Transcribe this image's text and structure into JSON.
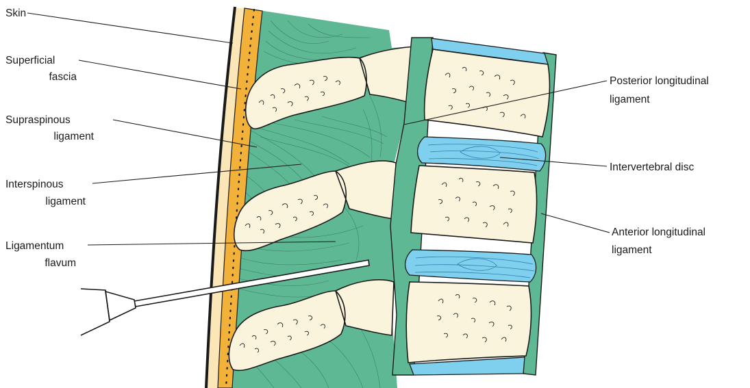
{
  "labels": {
    "skin": "Skin",
    "superficial_fascia_1": "Superficial",
    "superficial_fascia_2": "fascia",
    "supraspinous_1": "Supraspinous",
    "supraspinous_2": "ligament",
    "interspinous_1": "Interspinous",
    "interspinous_2": "ligament",
    "flavum_1": "Ligamentum",
    "flavum_2": "flavum",
    "posterior_1": "Posterior longitudinal",
    "posterior_2": "ligament",
    "disc": "Intervertebral disc",
    "anterior_1": "Anterior longitudinal",
    "anterior_2": "ligament"
  },
  "colors": {
    "ligament": "#5fb894",
    "bone": "#faf4dc",
    "disc": "#7fd0ee",
    "fascia": "#f2b23a",
    "skin": "#fbe6b8",
    "outline": "#1a1a1a"
  }
}
